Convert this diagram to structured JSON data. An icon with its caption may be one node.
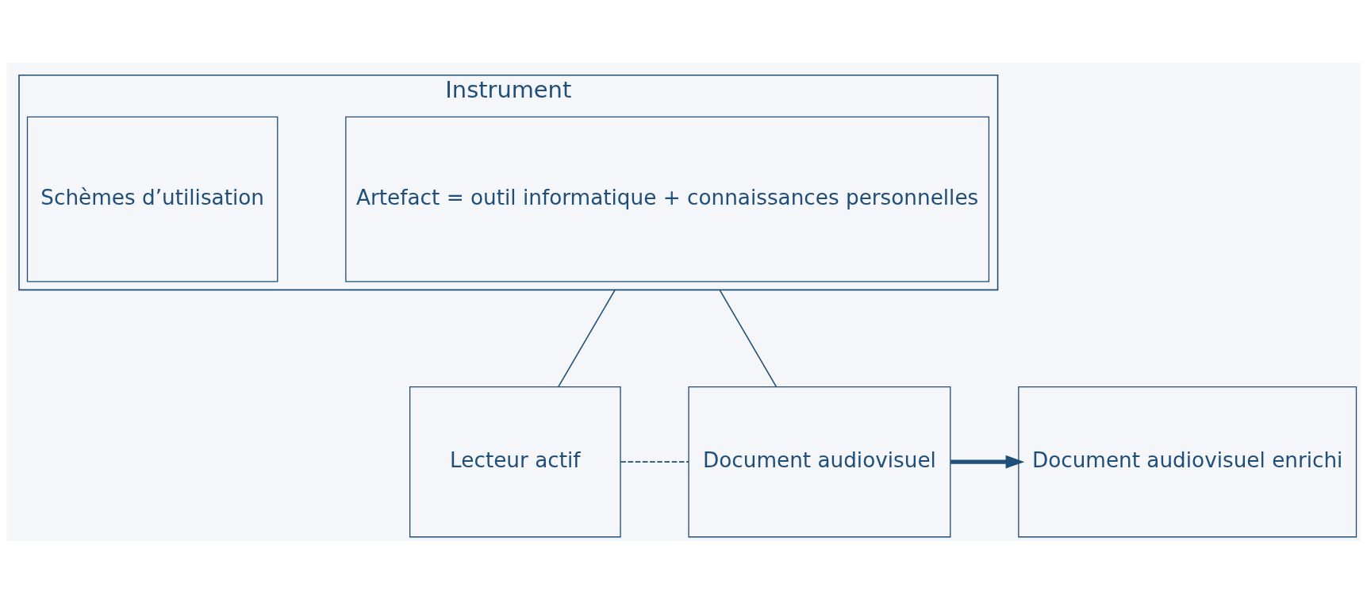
{
  "diagram": {
    "nodes": [
      {
        "text": [
          "Instrument"
        ]
      },
      {
        "text": [
          "Schèmes d’utilisation"
        ],
        "in": 0
      },
      {
        "text": [
          "Artefact = outil informatique + connaissances personnelles"
        ],
        "in": 0
      },
      {
        "text": [
          "Lecteur actif"
        ]
      },
      {
        "text": [
          "Document audiovisuel"
        ]
      },
      {
        "text": [
          "Document audiovisuel enrichi"
        ]
      }
    ],
    "edges": [
      {
        "from": 0,
        "to": 3,
        "arrow": "none"
      },
      {
        "from": 0,
        "to": 4,
        "arrow": "none"
      },
      {
        "from": 3,
        "to": 4,
        "arrow": "none",
        "style": "dashed"
      },
      {
        "from": 4,
        "to": 5,
        "arrow": "to",
        "style": "thick"
      }
    ]
  }
}
